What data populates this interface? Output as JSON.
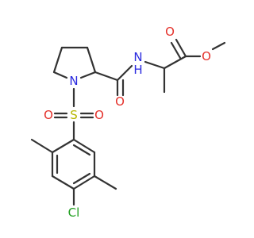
{
  "molecule": {
    "atoms": {
      "o_carbonyl_ester": "O",
      "o_ester": "O",
      "n_amide": "N",
      "h_amide": "H",
      "o_amide": "O",
      "n_ring": "N",
      "s_sulfonyl": "S",
      "o_sulfonyl_left": "O",
      "o_sulfonyl_right": "O",
      "cl": "Cl"
    },
    "colors": {
      "bond": "#333333",
      "oxygen": "#e4312b",
      "nitrogen": "#2a2adf",
      "sulfur": "#b6b600",
      "chlorine": "#1f9f1f"
    }
  }
}
